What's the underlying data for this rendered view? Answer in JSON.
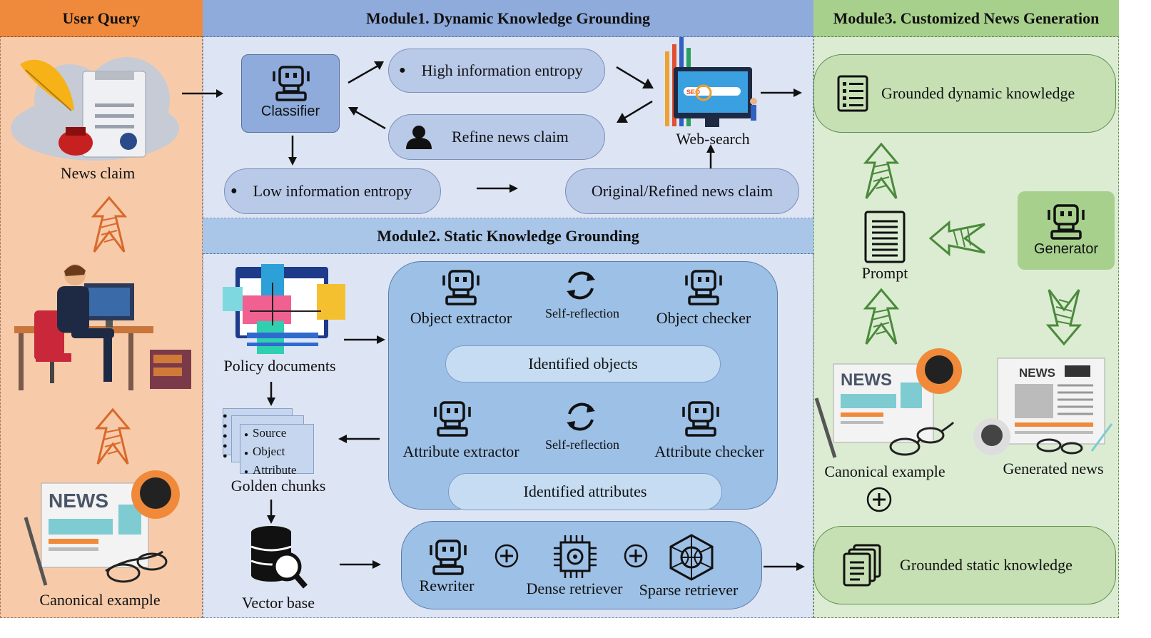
{
  "headers": {
    "user_query": "User Query",
    "module1": "Module1. Dynamic Knowledge Grounding",
    "module2": "Module2. Static Knowledge Grounding",
    "module3": "Module3. Customized News Generation"
  },
  "user_query": {
    "news_claim": "News claim",
    "canonical_example": "Canonical example"
  },
  "module1": {
    "classifier": "Classifier",
    "high_entropy": "High information entropy",
    "refine_claim": "Refine news claim",
    "low_entropy": "Low information entropy",
    "original_refined": "Original/Refined news claim",
    "web_search": "Web-search",
    "seo": "SEO"
  },
  "module2": {
    "policy_documents": "Policy documents",
    "chunk_items": [
      "Source",
      "Object",
      "Attribute"
    ],
    "golden_chunks": "Golden chunks",
    "vector_base": "Vector base",
    "object_extractor": "Object extractor",
    "self_reflection_1": "Self-reflection",
    "object_checker": "Object checker",
    "identified_objects": "Identified objects",
    "attribute_extractor": "Attribute extractor",
    "self_reflection_2": "Self-reflection",
    "attribute_checker": "Attribute checker",
    "identified_attributes": "Identified attributes",
    "rewriter": "Rewriter",
    "dense_retriever": "Dense retriever",
    "sparse_retriever": "Sparse retriever"
  },
  "module3": {
    "grounded_dynamic": "Grounded dynamic knowledge",
    "prompt": "Prompt",
    "generator": "Generator",
    "canonical_example": "Canonical example",
    "generated_news": "Generated news",
    "grounded_static": "Grounded static knowledge",
    "news_text": "NEWS"
  },
  "colors": {
    "user_bg": "#f7cbaa",
    "user_header": "#ef8a3c",
    "module_bg": "#dde5f4",
    "module_header": "#8fabdc",
    "module2_header": "#a9c5e8",
    "module3_bg": "#dcecd3",
    "module3_header": "#a8d08d",
    "green_arrow": "#4a8a3a",
    "orange_arrow": "#d9692a"
  }
}
